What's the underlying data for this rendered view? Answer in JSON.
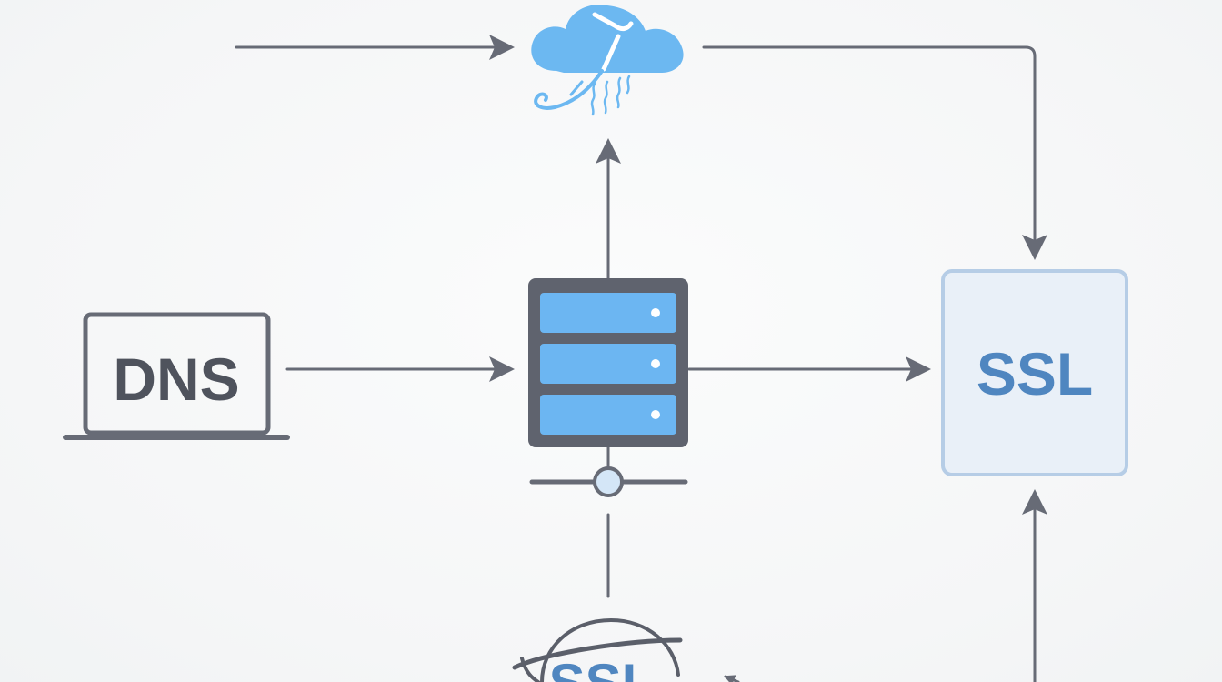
{
  "nodes": {
    "dns": {
      "label": "DNS",
      "icon": "laptop-icon"
    },
    "server": {
      "icon": "server-rack-icon"
    },
    "cloud": {
      "icon": "cloud-icon"
    },
    "ssl_card": {
      "label": "SSL",
      "icon": "certificate-card-icon"
    },
    "ssl_globe": {
      "label": "SSL",
      "icon": "globe-icon"
    }
  },
  "colors": {
    "line": "#676b76",
    "server_body": "#5f636e",
    "server_slot": "#6cb6f2",
    "cloud_fill": "#6cb8f1",
    "ssl_card_fill": "#e9f0f8",
    "ssl_card_border": "#b6cde6",
    "ssl_text": "#4f86c0",
    "dns_text": "#4f535d"
  }
}
